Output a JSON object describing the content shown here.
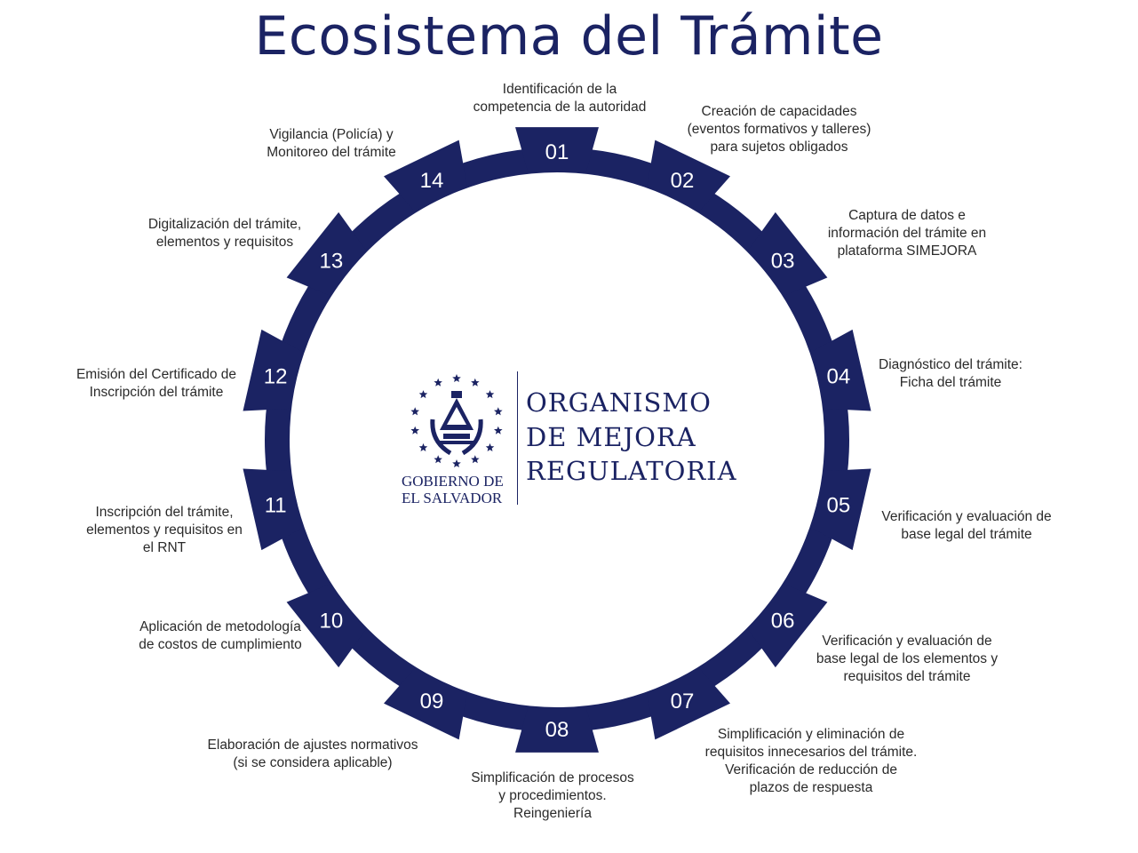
{
  "title": "Ecosistema del Trámite",
  "colors": {
    "ring": "#1b2363",
    "text": "#2a2a2a",
    "number": "#ffffff"
  },
  "logo": {
    "org_lines": [
      "ORGANISMO",
      "DE MEJORA",
      "REGULATORIA"
    ],
    "gov_lines": [
      "GOBIERNO DE",
      "EL SALVADOR"
    ],
    "icon": "coat-of-arms-icon"
  },
  "steps": [
    {
      "num": "01",
      "label": "Identificación de la\ncompetencia de la autoridad"
    },
    {
      "num": "02",
      "label": "Creación de capacidades\n(eventos formativos y talleres)\npara sujetos obligados"
    },
    {
      "num": "03",
      "label": "Captura de datos e\ninformación del trámite en\nplataforma SIMEJORA"
    },
    {
      "num": "04",
      "label": "Diagnóstico del trámite:\nFicha del trámite"
    },
    {
      "num": "05",
      "label": "Verificación y evaluación de\nbase legal del trámite"
    },
    {
      "num": "06",
      "label": "Verificación y evaluación de\nbase legal de los elementos y\nrequisitos del trámite"
    },
    {
      "num": "07",
      "label": "Simplificación y eliminación de\nrequisitos innecesarios del trámite.\nVerificación de reducción de\nplazos de respuesta"
    },
    {
      "num": "08",
      "label": "Simplificación de procesos\ny procedimientos.\nReingeniería"
    },
    {
      "num": "09",
      "label": "Elaboración de ajustes normativos\n(si se considera aplicable)"
    },
    {
      "num": "10",
      "label": "Aplicación de metodología\nde costos de cumplimiento"
    },
    {
      "num": "11",
      "label": "Inscripción del trámite,\nelementos y requisitos en\nel RNT"
    },
    {
      "num": "12",
      "label": "Emisión del Certificado de\nInscripción del trámite"
    },
    {
      "num": "13",
      "label": "Digitalización del trámite,\nelementos y requisitos"
    },
    {
      "num": "14",
      "label": "Vigilancia (Policía) y\nMonitoreo del trámite"
    }
  ]
}
